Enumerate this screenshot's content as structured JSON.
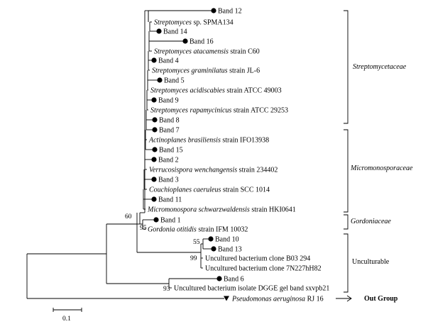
{
  "leaves": [
    {
      "id": "band12",
      "marker": "dot",
      "parts": [
        {
          "t": "Band 12",
          "i": false
        }
      ]
    },
    {
      "id": "spma134",
      "marker": "none",
      "parts": [
        {
          "t": "Streptomyces",
          "i": true
        },
        {
          "t": " sp. SPMA134",
          "i": false
        }
      ]
    },
    {
      "id": "band14",
      "marker": "dot",
      "parts": [
        {
          "t": "Band 14",
          "i": false
        }
      ]
    },
    {
      "id": "band16",
      "marker": "dot",
      "parts": [
        {
          "t": "Band 16",
          "i": false
        }
      ]
    },
    {
      "id": "atacamensis",
      "marker": "none",
      "parts": [
        {
          "t": "Streptomyces atacamensis",
          "i": true
        },
        {
          "t": " strain C60",
          "i": false
        }
      ]
    },
    {
      "id": "band4",
      "marker": "dot",
      "parts": [
        {
          "t": "Band 4",
          "i": false
        }
      ]
    },
    {
      "id": "graminilatus",
      "marker": "none",
      "parts": [
        {
          "t": "Streptomyces graminilatus",
          "i": true
        },
        {
          "t": " strain JL-6",
          "i": false
        }
      ]
    },
    {
      "id": "band5",
      "marker": "dot",
      "parts": [
        {
          "t": "Band 5",
          "i": false
        }
      ]
    },
    {
      "id": "acidiscabies",
      "marker": "none",
      "parts": [
        {
          "t": "Streptomyces acidiscabies",
          "i": true
        },
        {
          "t": " strain ATCC 49003",
          "i": false
        }
      ]
    },
    {
      "id": "band9",
      "marker": "dot",
      "parts": [
        {
          "t": "Band 9",
          "i": false
        }
      ]
    },
    {
      "id": "rapamycinicus",
      "marker": "none",
      "parts": [
        {
          "t": "Streptomyces rapamycinicus",
          "i": true
        },
        {
          "t": " strain ATCC 29253",
          "i": false
        }
      ]
    },
    {
      "id": "band8",
      "marker": "dot",
      "parts": [
        {
          "t": "Band 8",
          "i": false
        }
      ]
    },
    {
      "id": "band7",
      "marker": "dot",
      "parts": [
        {
          "t": "Band 7",
          "i": false
        }
      ]
    },
    {
      "id": "brasiliensis",
      "marker": "none",
      "parts": [
        {
          "t": "Actinoplanes brasiliensis",
          "i": true
        },
        {
          "t": " strain IFO13938",
          "i": false
        }
      ]
    },
    {
      "id": "band15",
      "marker": "dot",
      "parts": [
        {
          "t": "Band 15",
          "i": false
        }
      ]
    },
    {
      "id": "band2",
      "marker": "dot",
      "parts": [
        {
          "t": "Band 2",
          "i": false
        }
      ]
    },
    {
      "id": "wenchangensis",
      "marker": "none",
      "parts": [
        {
          "t": "Verrucosispora wenchangensis",
          "i": true
        },
        {
          "t": " strain 234402",
          "i": false
        }
      ]
    },
    {
      "id": "band3",
      "marker": "dot",
      "parts": [
        {
          "t": "Band 3",
          "i": false
        }
      ]
    },
    {
      "id": "caeruleus",
      "marker": "none",
      "parts": [
        {
          "t": "Couchioplanes caeruleus",
          "i": true
        },
        {
          "t": " strain SCC 1014",
          "i": false
        }
      ]
    },
    {
      "id": "band11",
      "marker": "dot",
      "parts": [
        {
          "t": "Band 11",
          "i": false
        }
      ]
    },
    {
      "id": "schwarzwaldensis",
      "marker": "none",
      "parts": [
        {
          "t": "Micromonospora schwarzwaldensis",
          "i": true
        },
        {
          "t": " strain HKI0641",
          "i": false
        }
      ]
    },
    {
      "id": "band1",
      "marker": "dot",
      "parts": [
        {
          "t": "Band 1",
          "i": false
        }
      ]
    },
    {
      "id": "otitidis",
      "marker": "none",
      "parts": [
        {
          "t": "Gordonia otitidis",
          "i": true
        },
        {
          "t": " strain IFM 10032",
          "i": false
        }
      ]
    },
    {
      "id": "band10",
      "marker": "dot",
      "parts": [
        {
          "t": "Band 10",
          "i": false
        }
      ]
    },
    {
      "id": "band13",
      "marker": "dot",
      "parts": [
        {
          "t": "Band 13",
          "i": false
        }
      ]
    },
    {
      "id": "cloneB03",
      "marker": "none",
      "parts": [
        {
          "t": "Uncultured bacterium clone B03 294",
          "i": false
        }
      ]
    },
    {
      "id": "clone7N",
      "marker": "none",
      "parts": [
        {
          "t": "Uncultured bacterium clone 7N227hH82",
          "i": false
        }
      ]
    },
    {
      "id": "band6",
      "marker": "dot",
      "parts": [
        {
          "t": "Band 6",
          "i": false
        }
      ]
    },
    {
      "id": "dgge",
      "marker": "none",
      "parts": [
        {
          "t": "Uncultured bacterium isolate DGGE gel band sxvpb21",
          "i": false
        }
      ]
    },
    {
      "id": "pseudomonas",
      "marker": "triangle",
      "parts": [
        {
          "t": "Pseudomonas aeruginosa",
          "i": true
        },
        {
          "t": " RJ 16",
          "i": false
        }
      ]
    }
  ],
  "bootstrap": {
    "n60": "60",
    "n95": "95",
    "n55": "55",
    "n99": "99",
    "n93": "93"
  },
  "families": [
    {
      "id": "streptomycetaceae",
      "label": "Streptomycetaceae",
      "italic": true
    },
    {
      "id": "micromonosporaceae",
      "label": "Micromonosporaceae",
      "italic": true
    },
    {
      "id": "gordoniaceae",
      "label": "Gordoniaceae",
      "italic": true
    },
    {
      "id": "unculturable",
      "label": "Unculturable",
      "italic": false
    }
  ],
  "outgroup": {
    "label": "Out Group"
  },
  "scale_bar": {
    "label": "0.1"
  },
  "colors": {
    "line": "#000000",
    "background": "#ffffff"
  }
}
